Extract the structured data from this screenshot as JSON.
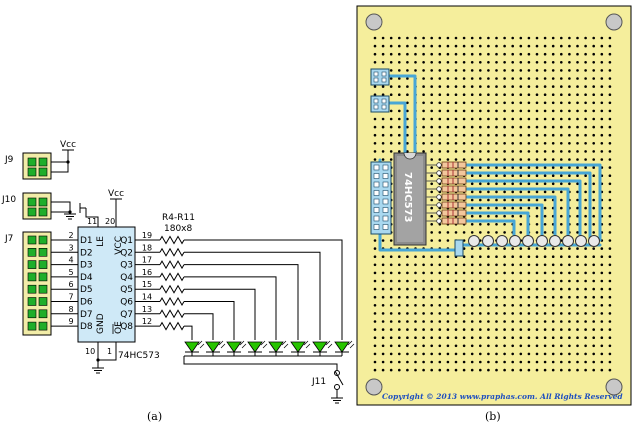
{
  "schematic": {
    "caption": "(a)",
    "vcc": "Vcc",
    "chip": {
      "part": "74HC573",
      "left_pins": [
        {
          "num": "2",
          "name": "D1"
        },
        {
          "num": "3",
          "name": "D2"
        },
        {
          "num": "4",
          "name": "D3"
        },
        {
          "num": "5",
          "name": "D4"
        },
        {
          "num": "6",
          "name": "D5"
        },
        {
          "num": "7",
          "name": "D6"
        },
        {
          "num": "8",
          "name": "D7"
        },
        {
          "num": "9",
          "name": "D8"
        }
      ],
      "right_pins": [
        {
          "num": "19",
          "name": "Q1"
        },
        {
          "num": "18",
          "name": "Q2"
        },
        {
          "num": "17",
          "name": "Q3"
        },
        {
          "num": "16",
          "name": "Q4"
        },
        {
          "num": "15",
          "name": "Q5"
        },
        {
          "num": "14",
          "name": "Q6"
        },
        {
          "num": "13",
          "name": "Q7"
        },
        {
          "num": "12",
          "name": "Q8"
        }
      ],
      "le_label": "LE",
      "vcc_label": "VCC",
      "gnd_label": "GND",
      "oe_label": "OE",
      "pin_le": "11",
      "pin_vcc": "20",
      "pin_gnd": "10",
      "pin_oe": "1"
    },
    "connectors": {
      "j9": "J9",
      "j10": "J10",
      "j7": "J7",
      "j11": "J11"
    },
    "resistor_ref": "R4-R11",
    "resistor_value": "180x8"
  },
  "board": {
    "caption": "(b)",
    "chip_label": "74HC573",
    "copyright": "Copyright © 2013 www.praphas.com. All Rights Reserved"
  },
  "colors": {
    "chip_fill": "#cfe9f7",
    "connector_fill": "#f2eda8",
    "pin_green": "#1fae2a",
    "led_green": "#27c400",
    "board_fill": "#f5ee9c",
    "trace": "#47a6d6",
    "copyright": "#1e4fbf"
  }
}
